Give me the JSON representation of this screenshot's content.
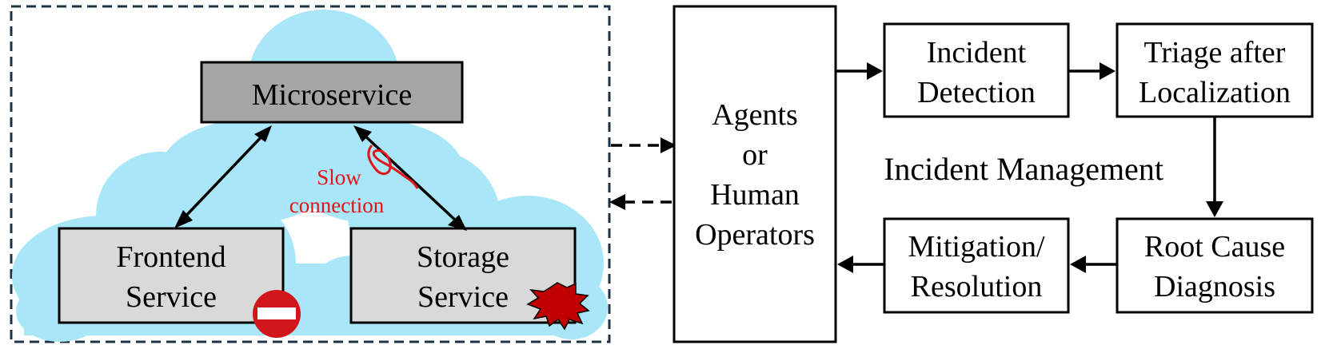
{
  "microservice": {
    "label": "Microservice"
  },
  "frontend": {
    "line1": "Frontend",
    "line2": "Service"
  },
  "storage": {
    "line1": "Storage",
    "line2": "Service"
  },
  "slow": {
    "line1": "Slow",
    "line2": "connection"
  },
  "agents": {
    "line1": "Agents",
    "line2": "or",
    "line3": "Human",
    "line4": "Operators"
  },
  "incident_management": "Incident Management",
  "detection": {
    "line1": "Incident",
    "line2": "Detection"
  },
  "triage": {
    "line1": "Triage after",
    "line2": "Localization"
  },
  "root_cause": {
    "line1": "Root Cause",
    "line2": "Diagnosis"
  },
  "mitigation": {
    "line1": "Mitigation/",
    "line2": "Resolution"
  },
  "colors": {
    "cloud": "#a8e6f8",
    "microservice_fill": "#a6a6a6",
    "service_fill": "#d9d9d9",
    "slow_text": "#e3151a",
    "no_entry": "#d1161b",
    "burst": "#c00000",
    "dash_border": "#1f3347"
  },
  "icons": [
    "cloud-icon",
    "no-entry-icon",
    "explosion-icon"
  ]
}
